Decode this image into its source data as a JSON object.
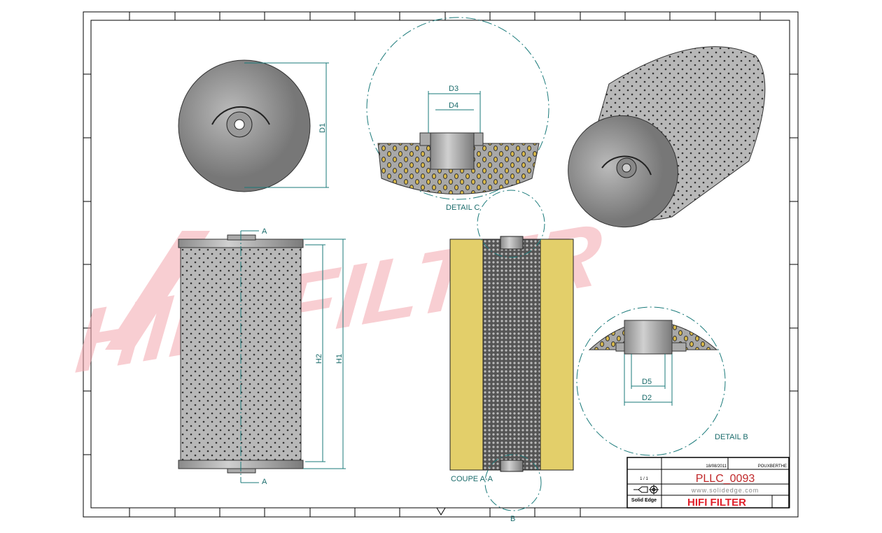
{
  "drawing": {
    "watermark": "HIFI FILTER",
    "views": {
      "detail_c_label": "DETAIL C",
      "detail_b_label": "DETAIL B",
      "section_label": "COUPE A-A",
      "section_marker": "A",
      "detail_marker_b": "B",
      "dimensions": {
        "d1": "D1",
        "d2": "D2",
        "d3": "D3",
        "d4": "D4",
        "d5": "D5",
        "h1": "H1",
        "h2": "H2"
      }
    }
  },
  "title_block": {
    "date": "18/08/2011",
    "author": "POUXBERTHE",
    "sheet": "1 / 1",
    "part_number": "PLLC_0093",
    "website": "www.solidedge.com",
    "software": "Solid Edge",
    "company": "HIFI FILTER"
  },
  "colors": {
    "frame": "#000000",
    "dimension": "#1a7a7a",
    "filter_media": "#e3cf6a",
    "part_number": "#c0282a",
    "watermark": "#f7c9cd"
  }
}
